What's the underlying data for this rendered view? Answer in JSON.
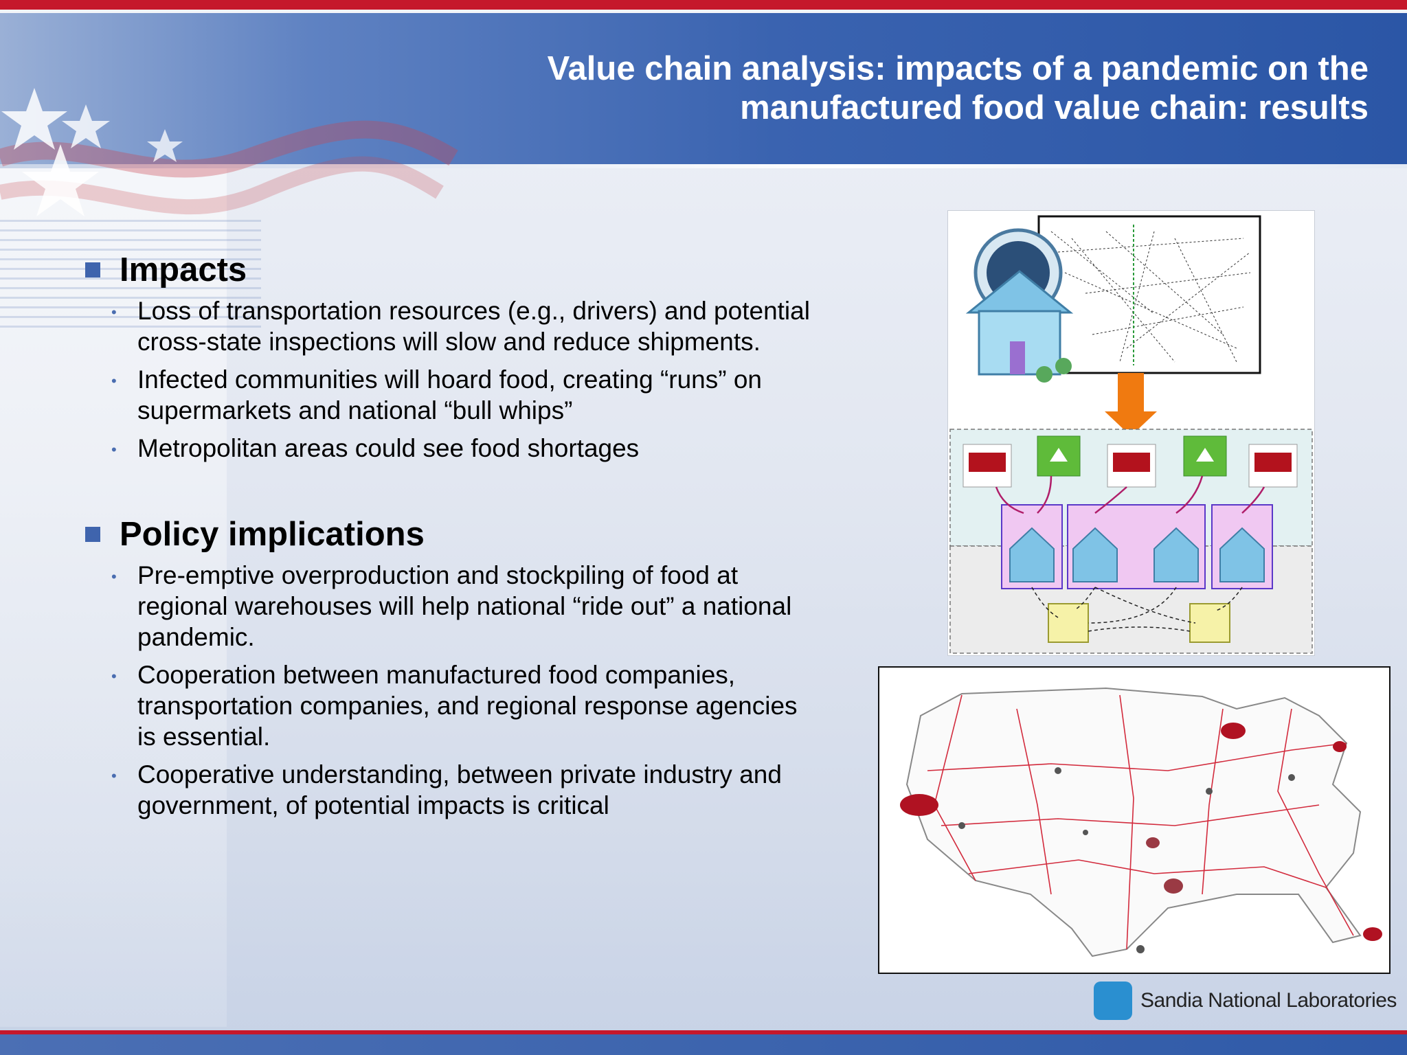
{
  "slide": {
    "title_line1": "Value chain analysis: impacts of a pandemic on the",
    "title_line2": "manufactured food value chain: results"
  },
  "sections": [
    {
      "heading": "Impacts",
      "bullets": [
        "Loss of transportation resources (e.g., drivers) and potential cross-state inspections will slow and reduce shipments.",
        "Infected communities will hoard food, creating “runs” on supermarkets and national “bull whips”",
        "Metropolitan areas could see food shortages"
      ]
    },
    {
      "heading": "Policy implications",
      "bullets": [
        "Pre-emptive overproduction and stockpiling of food at regional warehouses will help national “ride out” a national pandemic.",
        "Cooperation between manufactured food companies, transportation companies, and regional response agencies is essential.",
        "Cooperative understanding, between private industry and government, of potential impacts is critical"
      ]
    }
  ],
  "logo": {
    "text": "Sandia National Laboratories"
  },
  "colors": {
    "accent_red": "#c5182b",
    "header_blue": "#2b56a6",
    "bullet_blue": "#3f64ad"
  },
  "icons": [
    "house-agent-icon",
    "factory-icon",
    "school-icon",
    "shopping-cart-icon",
    "down-arrow-icon"
  ]
}
